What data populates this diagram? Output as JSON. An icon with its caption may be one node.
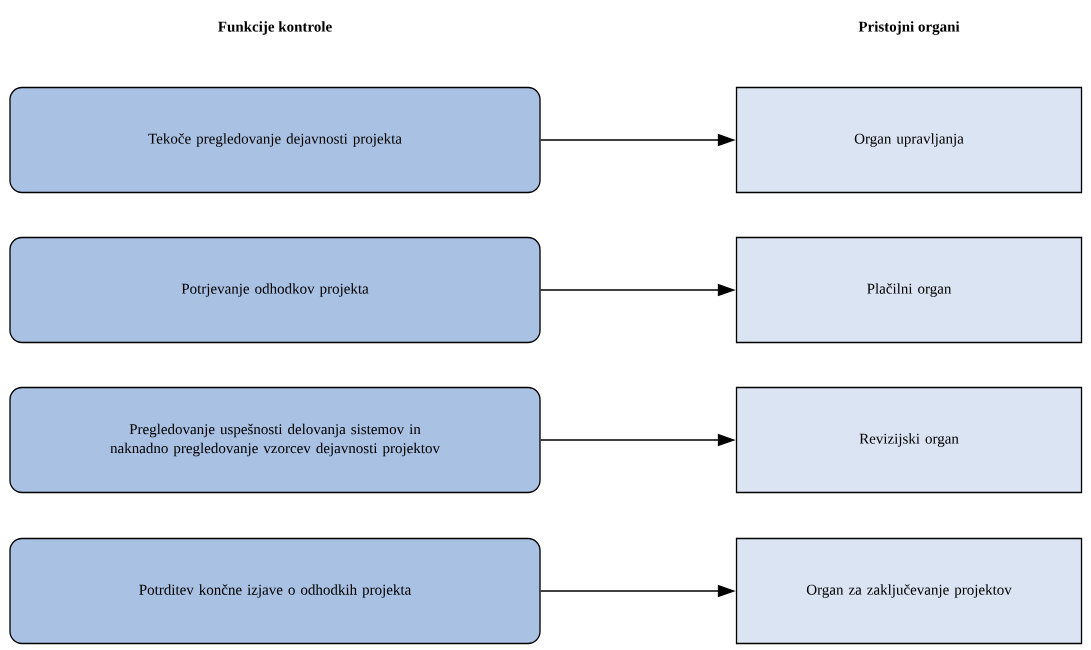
{
  "diagram": {
    "nodes": [
      {
        "text": [
          "Tekoče pregledovanje dejavnosti projekta"
        ]
      },
      {
        "text": [
          "Potrjevanje odhodkov projekta"
        ]
      },
      {
        "text": [
          "Pregledovanje uspešnosti delovanja sistemov in naknadno pregledovanje vzorcev dejavnosti projektov"
        ]
      },
      {
        "text": [
          "Potrditev končne izjave o odhodkih projekta"
        ]
      },
      {
        "text": [
          "Organ upravljanja"
        ]
      },
      {
        "text": [
          "Plačilni organ"
        ]
      },
      {
        "text": [
          "Revizijski organ"
        ]
      },
      {
        "text": [
          "Organ za zaključevanje projektov"
        ]
      }
    ],
    "edges": [
      {
        "from": 0,
        "to": 4,
        "arrow": "to"
      },
      {
        "from": 1,
        "to": 5,
        "arrow": "to"
      },
      {
        "from": 2,
        "to": 6,
        "arrow": "to"
      },
      {
        "from": 3,
        "to": 7,
        "arrow": "to"
      }
    ],
    "labels": [
      "Funkcije kontrole",
      "Pristojni organi"
    ]
  }
}
